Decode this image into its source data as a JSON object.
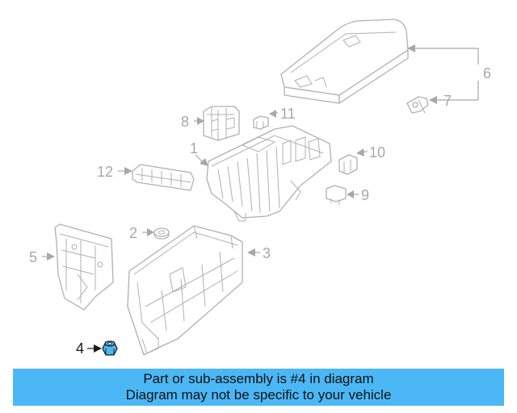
{
  "diagram": {
    "callouts": [
      "1",
      "2",
      "3",
      "4",
      "5",
      "6",
      "7",
      "8",
      "9",
      "10",
      "11",
      "12"
    ],
    "highlighted_part": "4",
    "highlight_color": "#4cb7f5",
    "line_color": "#b0b0b0"
  },
  "banner": {
    "line1": "Part or sub-assembly is #4 in diagram",
    "line2": "Diagram may not be specific to your vehicle",
    "background": "#4cb7f5"
  }
}
